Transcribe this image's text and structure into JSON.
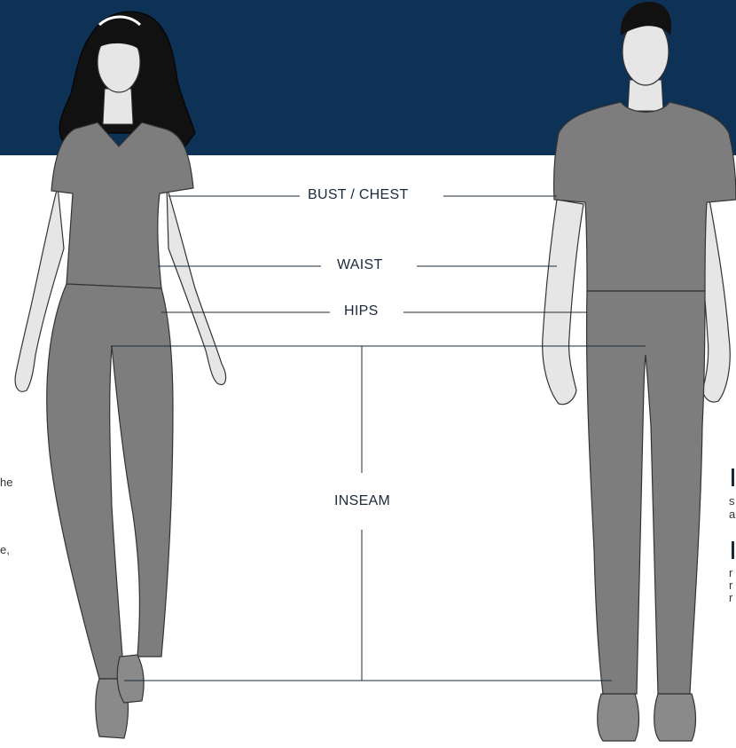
{
  "labels": {
    "bust_chest": "BUST / CHEST",
    "waist": "WAIST",
    "hips": "HIPS",
    "inseam": "INSEAM"
  },
  "side_text": {
    "left_1": "he",
    "left_2": "e,",
    "right_1": "s",
    "right_2": "a",
    "right_3": "r",
    "right_4": "r",
    "right_5": "r"
  },
  "colors": {
    "header": "#0e3156",
    "garment": "#7d7d7d",
    "skin": "#e6e6e6",
    "hair": "#111111",
    "line": "#1b2a3a"
  }
}
